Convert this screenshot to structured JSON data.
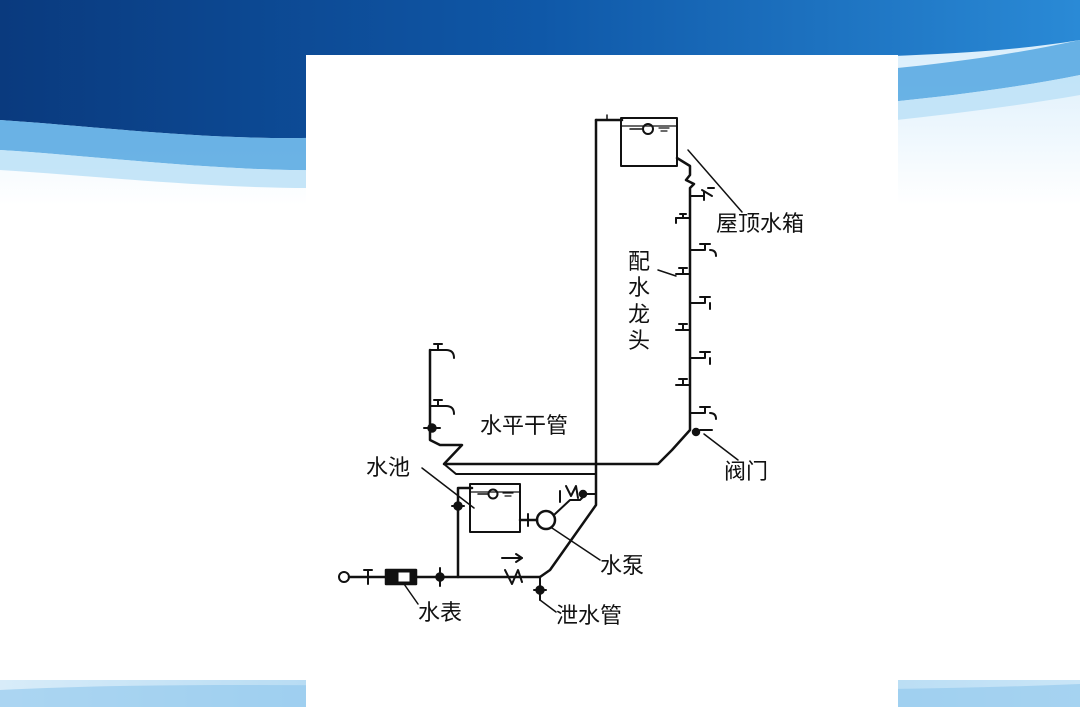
{
  "theme": {
    "bg_dark": "#0b3f86",
    "bg_mid": "#1f78c8",
    "bg_light": "#a9d6f2",
    "line": "#111111"
  },
  "diagram": {
    "labels": {
      "roof_tank": "屋顶水箱",
      "faucets": "配水龙头",
      "horizontal_main": "水平干管",
      "valve": "阀门",
      "pool": "水池",
      "pump": "水泵",
      "meter": "水表",
      "drain": "泄水管"
    }
  }
}
